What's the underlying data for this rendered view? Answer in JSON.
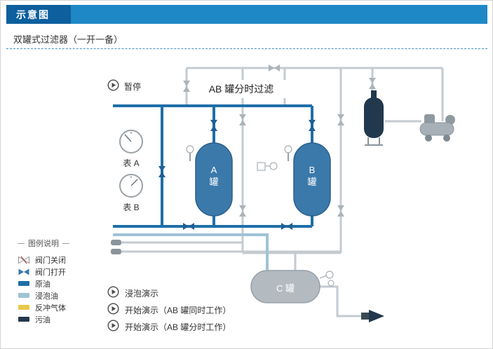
{
  "page": {
    "title_tab": "示意图",
    "subtitle": "双罐式过滤器（一开一备）"
  },
  "diagram": {
    "pause_label": "暂停",
    "title": "AB 罐分时过滤",
    "gauges": {
      "a": "表 A",
      "b": "表 B"
    },
    "tanks": {
      "a_line1": "A",
      "a_line2": "罐",
      "b_line1": "B",
      "b_line2": "罐",
      "c": "C 罐"
    }
  },
  "legend": {
    "title": "图例说明",
    "items": [
      {
        "label": "阀门关闭"
      },
      {
        "label": "阀门打开"
      },
      {
        "label": "原油",
        "color": "#1e6fa8"
      },
      {
        "label": "浸泡油",
        "color": "#9fc3d6"
      },
      {
        "label": "反冲气体",
        "color": "#e8c84c"
      },
      {
        "label": "污油",
        "color": "#22384c"
      }
    ]
  },
  "controls": {
    "buttons": [
      {
        "label": "浸泡演示"
      },
      {
        "label": "开始演示（AB 罐同时工作）"
      },
      {
        "label": "开始演示（AB 罐分时工作）"
      }
    ]
  }
}
